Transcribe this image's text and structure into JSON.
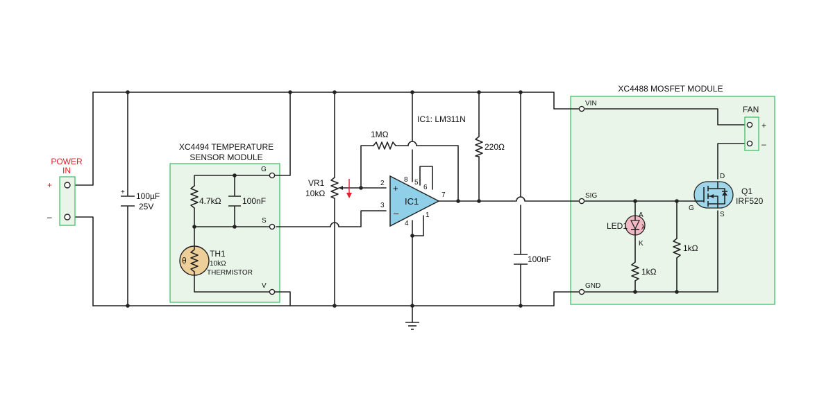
{
  "power": {
    "label_line1": "POWER",
    "label_line2": "IN",
    "plus": "+",
    "minus": "–"
  },
  "cap_supply": {
    "value": "100µF",
    "voltage": "25V",
    "plus": "+"
  },
  "sensor_module": {
    "title_line1": "XC4494 TEMPERATURE",
    "title_line2": "SENSOR MODULE",
    "pin_g": "G",
    "pin_s": "S",
    "pin_v": "V",
    "resistor": "4.7kΩ",
    "capacitor": "100nF",
    "thermistor_name": "TH1",
    "thermistor_value": "10kΩ",
    "thermistor_type": "THERMISTOR",
    "thermistor_symbol": "θ"
  },
  "vr1": {
    "name": "VR1",
    "value": "10kΩ"
  },
  "ic1": {
    "title": "IC1: LM311N",
    "name": "IC1",
    "pins": {
      "p1": "1",
      "p2": "2",
      "p3": "3",
      "p4": "4",
      "p5": "5",
      "p6": "6",
      "p7": "7",
      "p8": "8"
    },
    "plus": "+",
    "minus": "–"
  },
  "feedback_resistor": "1MΩ",
  "pullup_resistor": "220Ω",
  "decoupling_cap": "100nF",
  "mosfet_module": {
    "title": "XC4488 MOSFET MODULE",
    "pin_vin": "VIN",
    "pin_sig": "SIG",
    "pin_gnd": "GND",
    "fan_label": "FAN",
    "fan_plus": "+",
    "fan_minus": "–",
    "led_name": "LED1",
    "led_a": "A",
    "led_k": "K",
    "led_symbol": "λ",
    "led_resistor": "1kΩ",
    "gate_resistor": "1kΩ",
    "q1_name": "Q1",
    "q1_type": "IRF520",
    "q1_g": "G",
    "q1_d": "D",
    "q1_s": "S"
  },
  "colors": {
    "module_fill": "#eaf5ea",
    "module_border": "#3fbf6a",
    "accent_red": "#e0202a",
    "ic_fill": "#8fd0e8",
    "led_fill": "#f2b8c4",
    "thermistor_fill": "#eecf9a",
    "mosfet_fill": "#9fd6ea"
  }
}
